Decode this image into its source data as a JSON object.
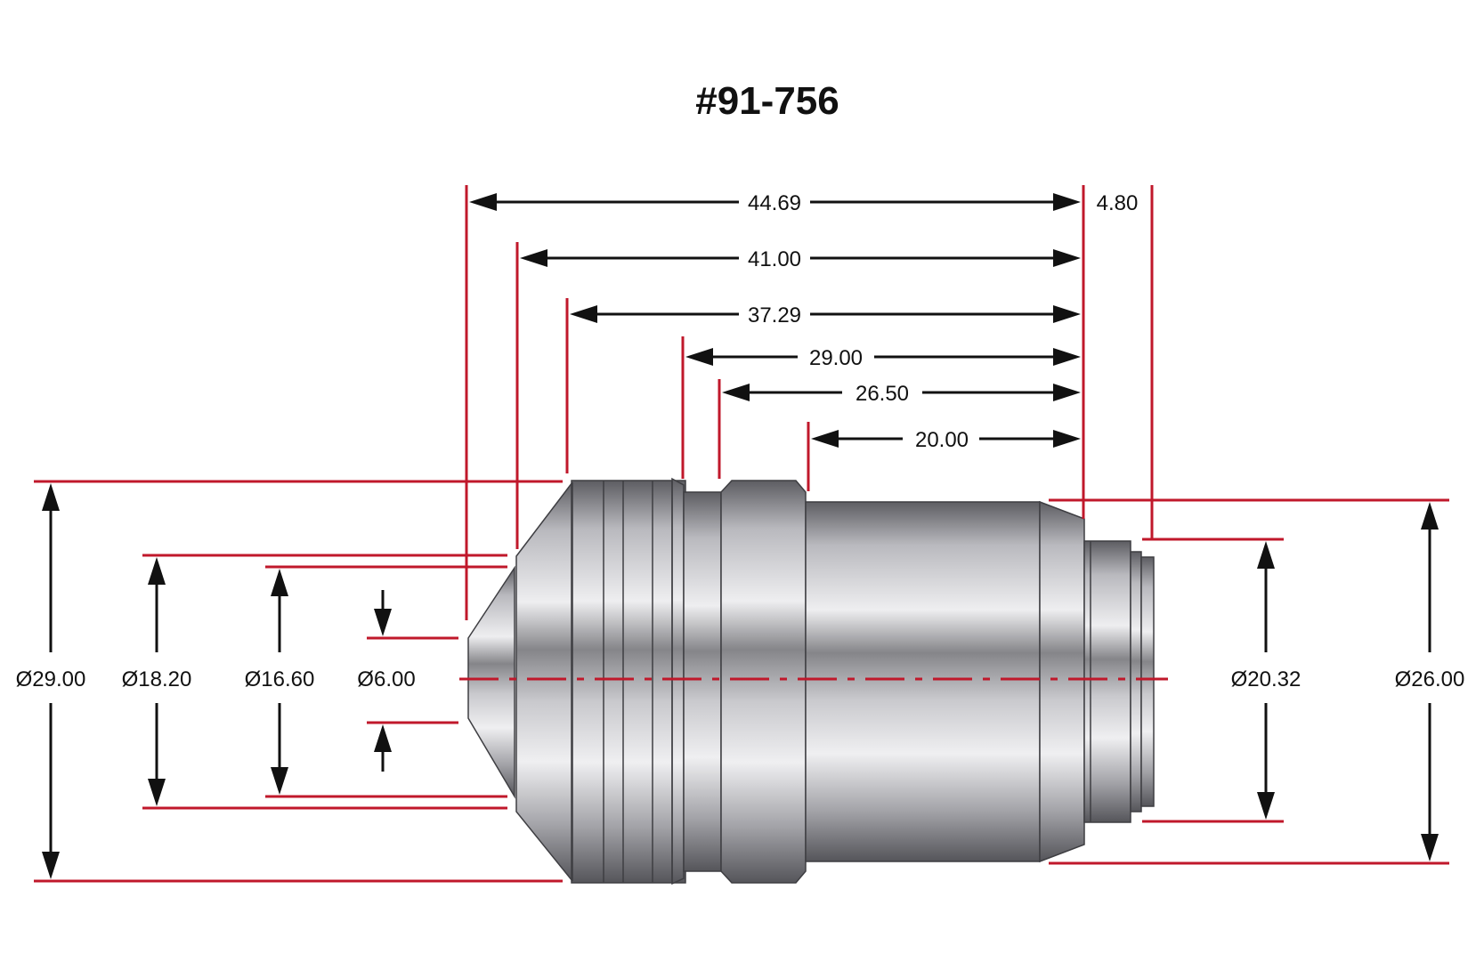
{
  "title": "#91-756",
  "colors": {
    "dimension_line": "#c0182b",
    "arrow": "#111111",
    "metal_dark": "#6e6e73",
    "metal_light": "#f2f2f4"
  },
  "lengths": {
    "l1": "44.69",
    "l2": "41.00",
    "l3": "37.29",
    "l4": "29.00",
    "l5": "26.50",
    "l6": "20.00",
    "l7": "4.80"
  },
  "diameters": {
    "d1": "Ø29.00",
    "d2": "Ø18.20",
    "d3": "Ø16.60",
    "d4": "Ø6.00",
    "d5": "Ø20.32",
    "d6": "Ø26.00"
  }
}
